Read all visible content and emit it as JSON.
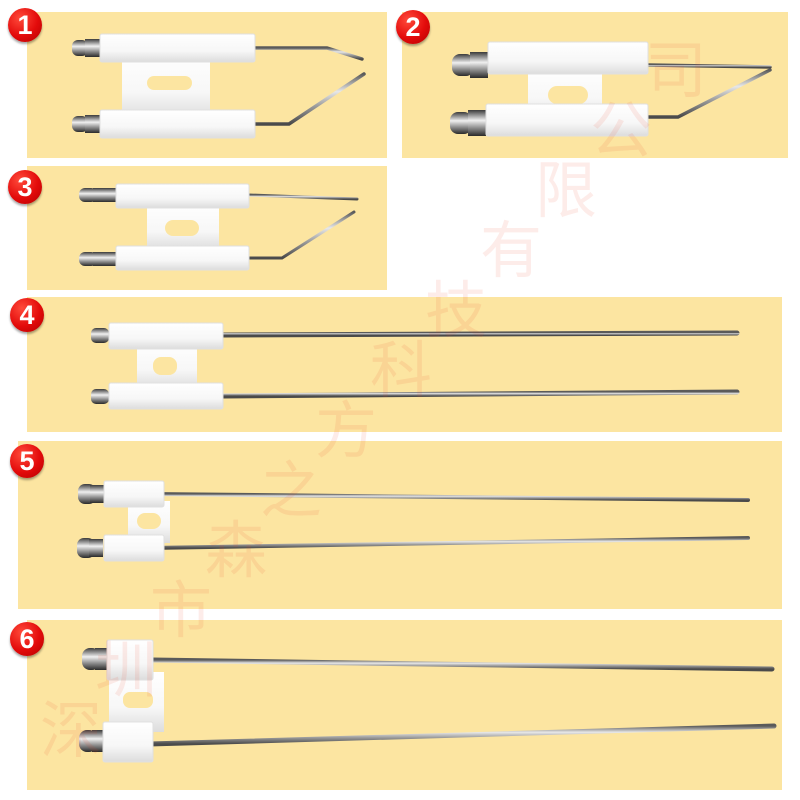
{
  "image": {
    "description": "Product catalog of six burner ignition electrode assemblies with ceramic insulators",
    "background": "#ffffff",
    "panel_color": "#fce5a1",
    "badge_color": "#e30b0b"
  },
  "watermark": {
    "text": "深圳市森之方科技有限公司",
    "chars": [
      "深",
      "圳",
      "市",
      "森",
      "之",
      "方",
      "科",
      "技",
      "有",
      "限",
      "公",
      "司"
    ],
    "color": "rgba(240,70,40,0.10)"
  },
  "panels": [
    {
      "id": 1,
      "badge": "1",
      "type": "short-bent-electrode",
      "bridge": "wide-ribbed"
    },
    {
      "id": 2,
      "badge": "2",
      "type": "short-bent-electrode",
      "bridge": "narrow"
    },
    {
      "id": 3,
      "badge": "3",
      "type": "short-bent-electrode",
      "bridge": "narrow"
    },
    {
      "id": 4,
      "badge": "4",
      "type": "long-straight-electrode",
      "bridge": "narrow"
    },
    {
      "id": 5,
      "badge": "5",
      "type": "long-straight-electrode",
      "bridge": "narrow"
    },
    {
      "id": 6,
      "badge": "6",
      "type": "long-straight-electrode",
      "bridge": "wide-ribbed"
    }
  ]
}
